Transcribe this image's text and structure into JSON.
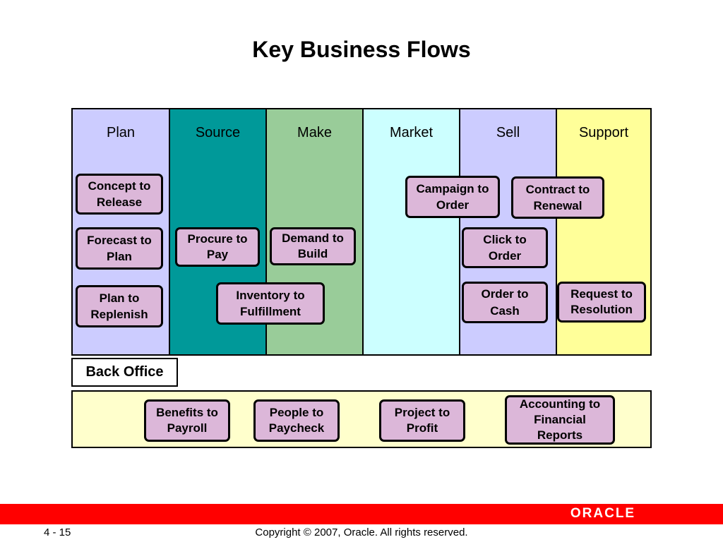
{
  "title": "Key Business Flows",
  "colors": {
    "border": "#000000",
    "flow_box": "#dcb7d9",
    "back_office_fill": "#ffffcc",
    "footer_bar": "#ff0000"
  },
  "columns": [
    {
      "id": "plan",
      "label": "Plan",
      "color": "#ccccff",
      "label_color": "#000000"
    },
    {
      "id": "source",
      "label": "Source",
      "color": "#009999",
      "label_color": "#000000"
    },
    {
      "id": "make",
      "label": "Make",
      "color": "#99cc99",
      "label_color": "#000000"
    },
    {
      "id": "market",
      "label": "Market",
      "color": "#ccffff",
      "label_color": "#000000"
    },
    {
      "id": "sell",
      "label": "Sell",
      "color": "#ccccff",
      "label_color": "#000000"
    },
    {
      "id": "support",
      "label": "Support",
      "color": "#ffff99",
      "label_color": "#000000"
    }
  ],
  "flows": {
    "concept_to_release": "Concept to\nRelease",
    "forecast_to_plan": "Forecast to\nPlan",
    "plan_to_replenish": "Plan to\nReplenish",
    "procure_to_pay": "Procure to\nPay",
    "demand_to_build": "Demand to\nBuild",
    "inventory_to_fulfillment": "Inventory to\nFulfillment",
    "campaign_to_order": "Campaign to\nOrder",
    "contract_to_renewal": "Contract to\nRenewal",
    "click_to_order": "Click to\nOrder",
    "order_to_cash": "Order to\nCash",
    "request_to_resolution": "Request to\nResolution"
  },
  "back_office": {
    "label": "Back Office",
    "flows": {
      "benefits_to_payroll": "Benefits to\nPayroll",
      "people_to_paycheck": "People to\nPaycheck",
      "project_to_profit": "Project to\nProfit",
      "accounting_to_financial_reports": "Accounting to\nFinancial\nReports"
    }
  },
  "footer": {
    "logo": "ORACLE",
    "page": "4 - 15",
    "copyright": "Copyright © 2007, Oracle. All rights reserved."
  }
}
